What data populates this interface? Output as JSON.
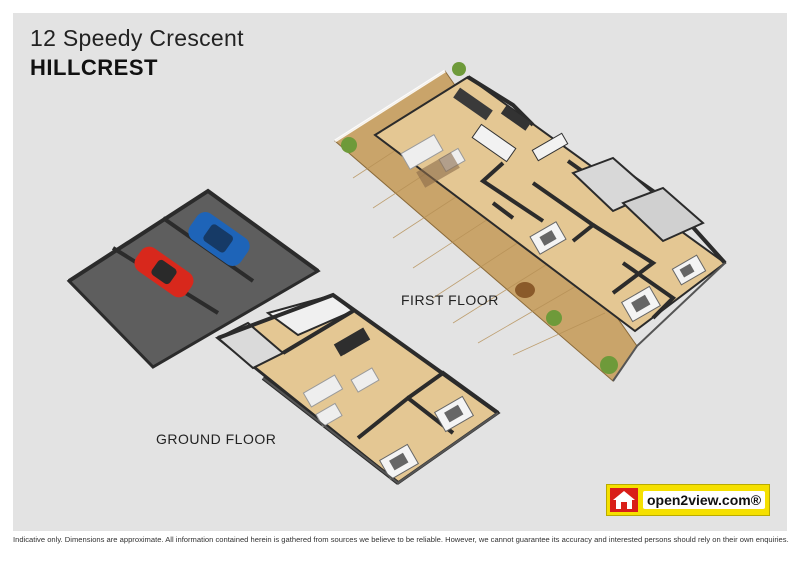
{
  "address": {
    "street": "12 Speedy Crescent",
    "suburb": "HILLCREST"
  },
  "labels": {
    "first_floor": "FIRST FLOOR",
    "ground_floor": "GROUND FLOOR"
  },
  "logo": {
    "text": "open2view.com®",
    "icon": "house-icon"
  },
  "disclaimer": "Indicative only. Dimensions are approximate. All information contained herein is gathered from sources we believe to be reliable. However, we cannot guarantee its accuracy and interested persons should rely on their own enquiries.",
  "colors": {
    "panel": "#e3e3e3",
    "floor_wood": "#e4c793",
    "deck": "#c9a46a",
    "wall": "#2b2b2b",
    "garage_floor": "#5e5e5e",
    "car_red": "#d8281c",
    "car_blue": "#1e64b8",
    "logo_yellow": "#f5e000",
    "logo_red": "#d91e18"
  }
}
